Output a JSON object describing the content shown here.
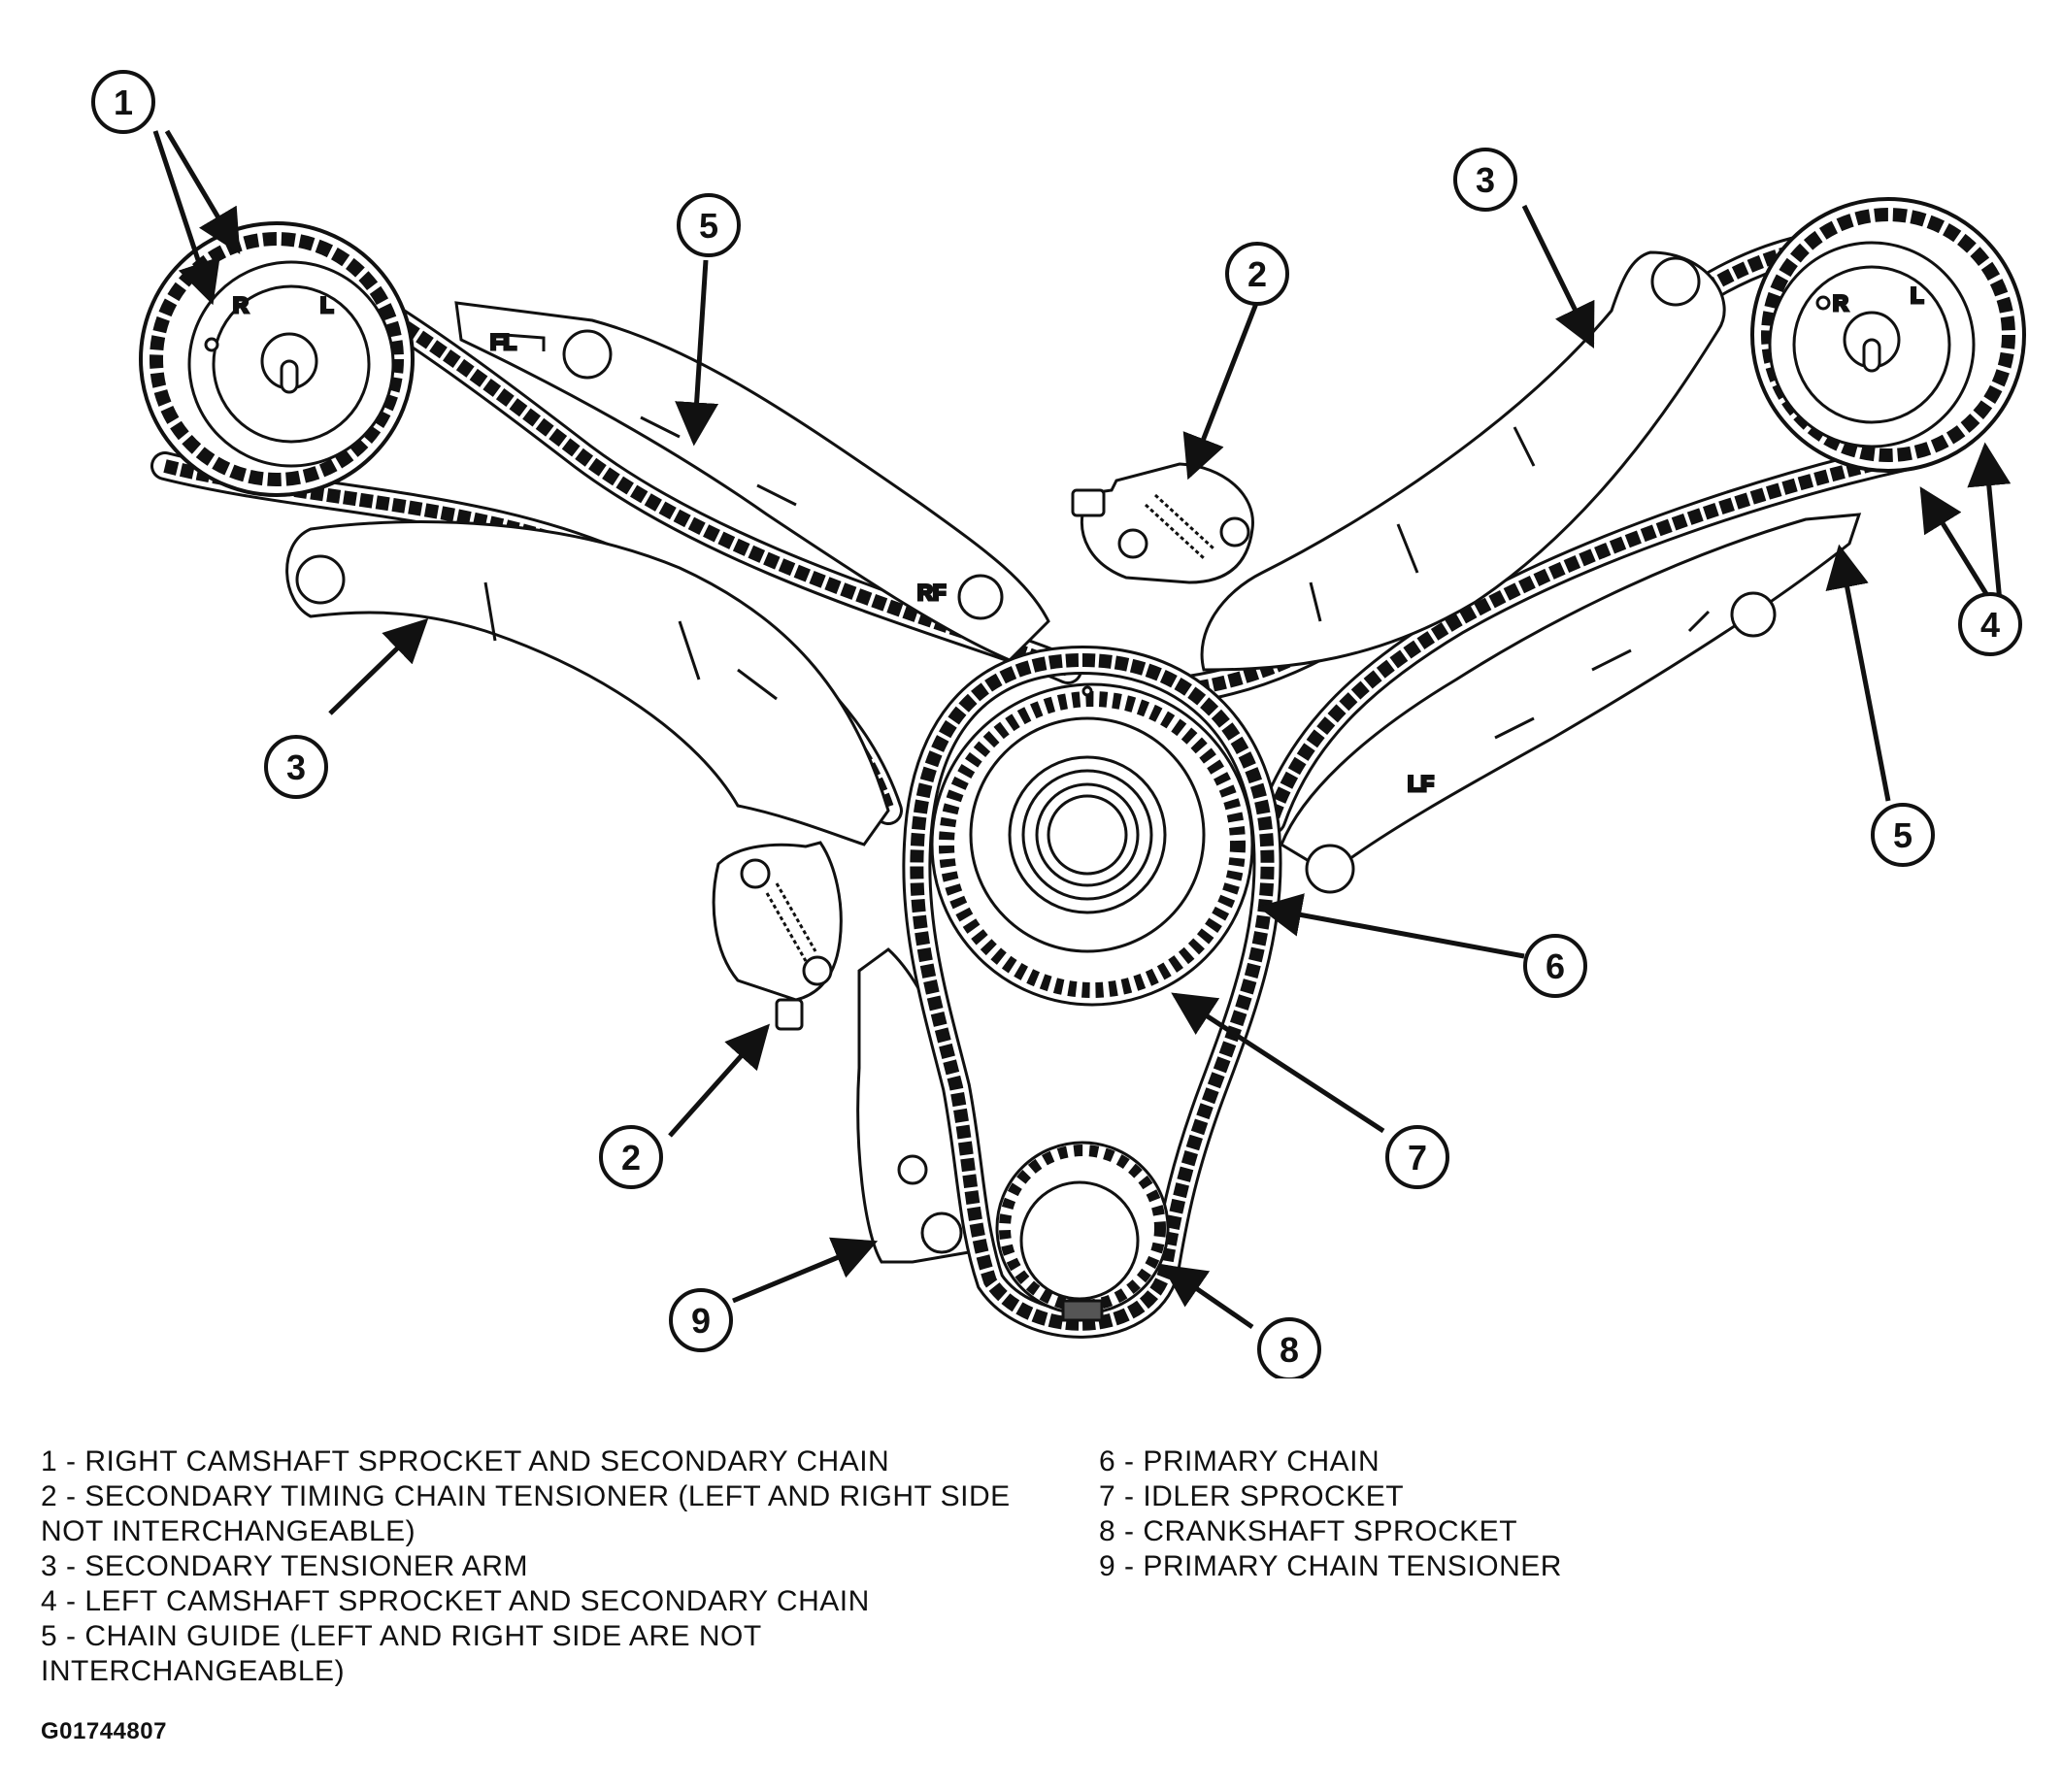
{
  "diagram": {
    "callouts": [
      "1",
      "2",
      "3",
      "4",
      "5",
      "6",
      "7",
      "8",
      "9"
    ],
    "part_marks": {
      "right_cam_r": "R",
      "right_cam_l": "L",
      "left_cam_r": "R",
      "left_cam_l": "L",
      "guide_fl": "FL",
      "guide_rf": "RF",
      "guide_lf": "LF"
    },
    "colors": {
      "line": "#111111",
      "background": "#ffffff"
    }
  },
  "legend": {
    "left": [
      "1 - RIGHT CAMSHAFT SPROCKET AND SECONDARY CHAIN",
      "2 - SECONDARY TIMING CHAIN TENSIONER (LEFT AND RIGHT SIDE NOT INTERCHANGEABLE)",
      "3 - SECONDARY TENSIONER ARM",
      "4 - LEFT CAMSHAFT SPROCKET AND SECONDARY CHAIN",
      "5 - CHAIN GUIDE (LEFT AND RIGHT SIDE ARE NOT INTERCHANGEABLE)"
    ],
    "right": [
      "6 - PRIMARY CHAIN",
      "7 - IDLER SPROCKET",
      "8 - CRANKSHAFT SPROCKET",
      "9 - PRIMARY CHAIN TENSIONER"
    ]
  },
  "figure_id": "G01744807"
}
